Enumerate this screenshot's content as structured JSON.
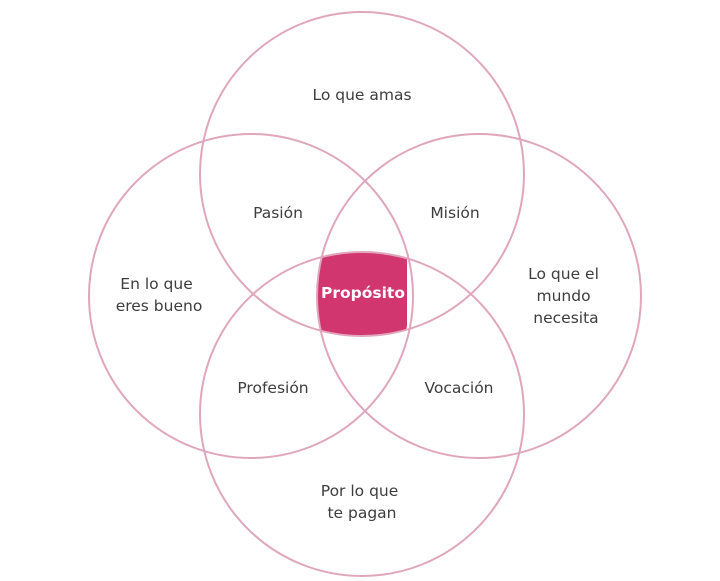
{
  "diagram": {
    "circles": {
      "top": [
        "Lo que amas"
      ],
      "left": [
        "En lo que",
        "eres bueno"
      ],
      "right": [
        "Lo que el",
        "mundo",
        "necesita"
      ],
      "bottom": [
        "Por lo que",
        "te pagan"
      ]
    },
    "overlaps": {
      "top_left": "Pasión",
      "top_right": "Misión",
      "bottom_left": "Profesión",
      "bottom_right": "Vocación"
    },
    "center": "Propósito"
  },
  "colors": {
    "ring": "#e0a6bb",
    "center_fill": "#d2366f",
    "text": "#3d3d3d",
    "center_text": "#ffffff"
  }
}
